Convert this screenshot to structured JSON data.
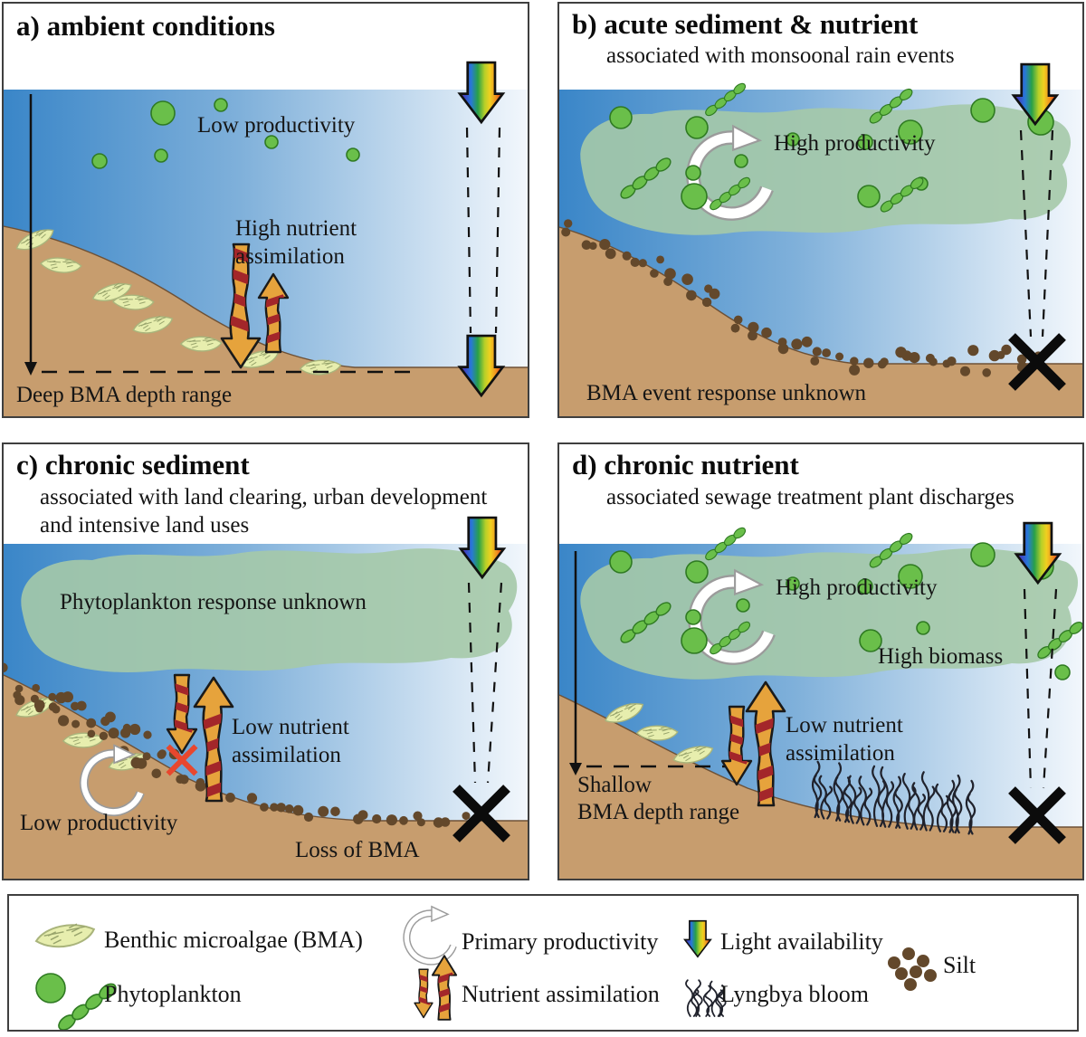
{
  "figure": {
    "type": "conceptual-diagram",
    "topic": "Benthic microalgae (BMA) responses to sediment and nutrient scenarios"
  },
  "colors": {
    "water_deep": "#3a86c8",
    "water_mid": "#7fb0da",
    "water_pale": "#f2f7fc",
    "sand": "#c79d6e",
    "sand_edge": "#6e5136",
    "silt": "#63482b",
    "phytoplankton": "#6abf4a",
    "phytoplankton_outline": "#2f7a22",
    "bma_fill": "#e7eeae",
    "bma_outline": "#a9b47b",
    "bloom_patch": "#a5c9a8",
    "nutrient_orange": "#e6a33c",
    "nutrient_stripe": "#a3262a",
    "rainbow": [
      "#9a3fa0",
      "#4040c0",
      "#2878d8",
      "#28a048",
      "#b8d028",
      "#f0d020",
      "#f09020",
      "#e02818"
    ],
    "x_mark": "#0b0b0b",
    "red_x": "#e8472e",
    "border": "#3f3f3f"
  },
  "panels": {
    "a": {
      "title": "a) ambient conditions",
      "low_productivity": "Low productivity",
      "nutrient_line1": "High nutrient",
      "nutrient_line2": "assimilation",
      "depth_label": "Deep BMA depth range"
    },
    "b": {
      "title": "b) acute sediment & nutrient",
      "subtitle": "associated with monsoonal rain events",
      "productivity": "High productivity",
      "bottom_label": "BMA event response unknown"
    },
    "c": {
      "title": "c) chronic sediment",
      "subtitle_line1": "associated with land clearing, urban development",
      "subtitle_line2": "and intensive land uses",
      "bloom_label": "Phytoplankton response unknown",
      "nutrient_line1": "Low nutrient",
      "nutrient_line2": "assimilation",
      "low_productivity": "Low productivity",
      "bottom_label": "Loss of BMA"
    },
    "d": {
      "title": "d) chronic nutrient",
      "subtitle": "associated sewage treatment plant discharges",
      "productivity": "High productivity",
      "biomass": "High biomass",
      "nutrient_line1": "Low nutrient",
      "nutrient_line2": "assimilation",
      "depth_line1": "Shallow",
      "depth_line2": "BMA depth range"
    }
  },
  "legend": {
    "benthic": "Benthic microalgae (BMA)",
    "phytoplankton": "Phytoplankton",
    "primary_productivity": "Primary productivity",
    "nutrient_assimilation": "Nutrient assimilation",
    "light": "Light availability",
    "lyngbya": "Lyngbya bloom",
    "silt": "Silt"
  }
}
